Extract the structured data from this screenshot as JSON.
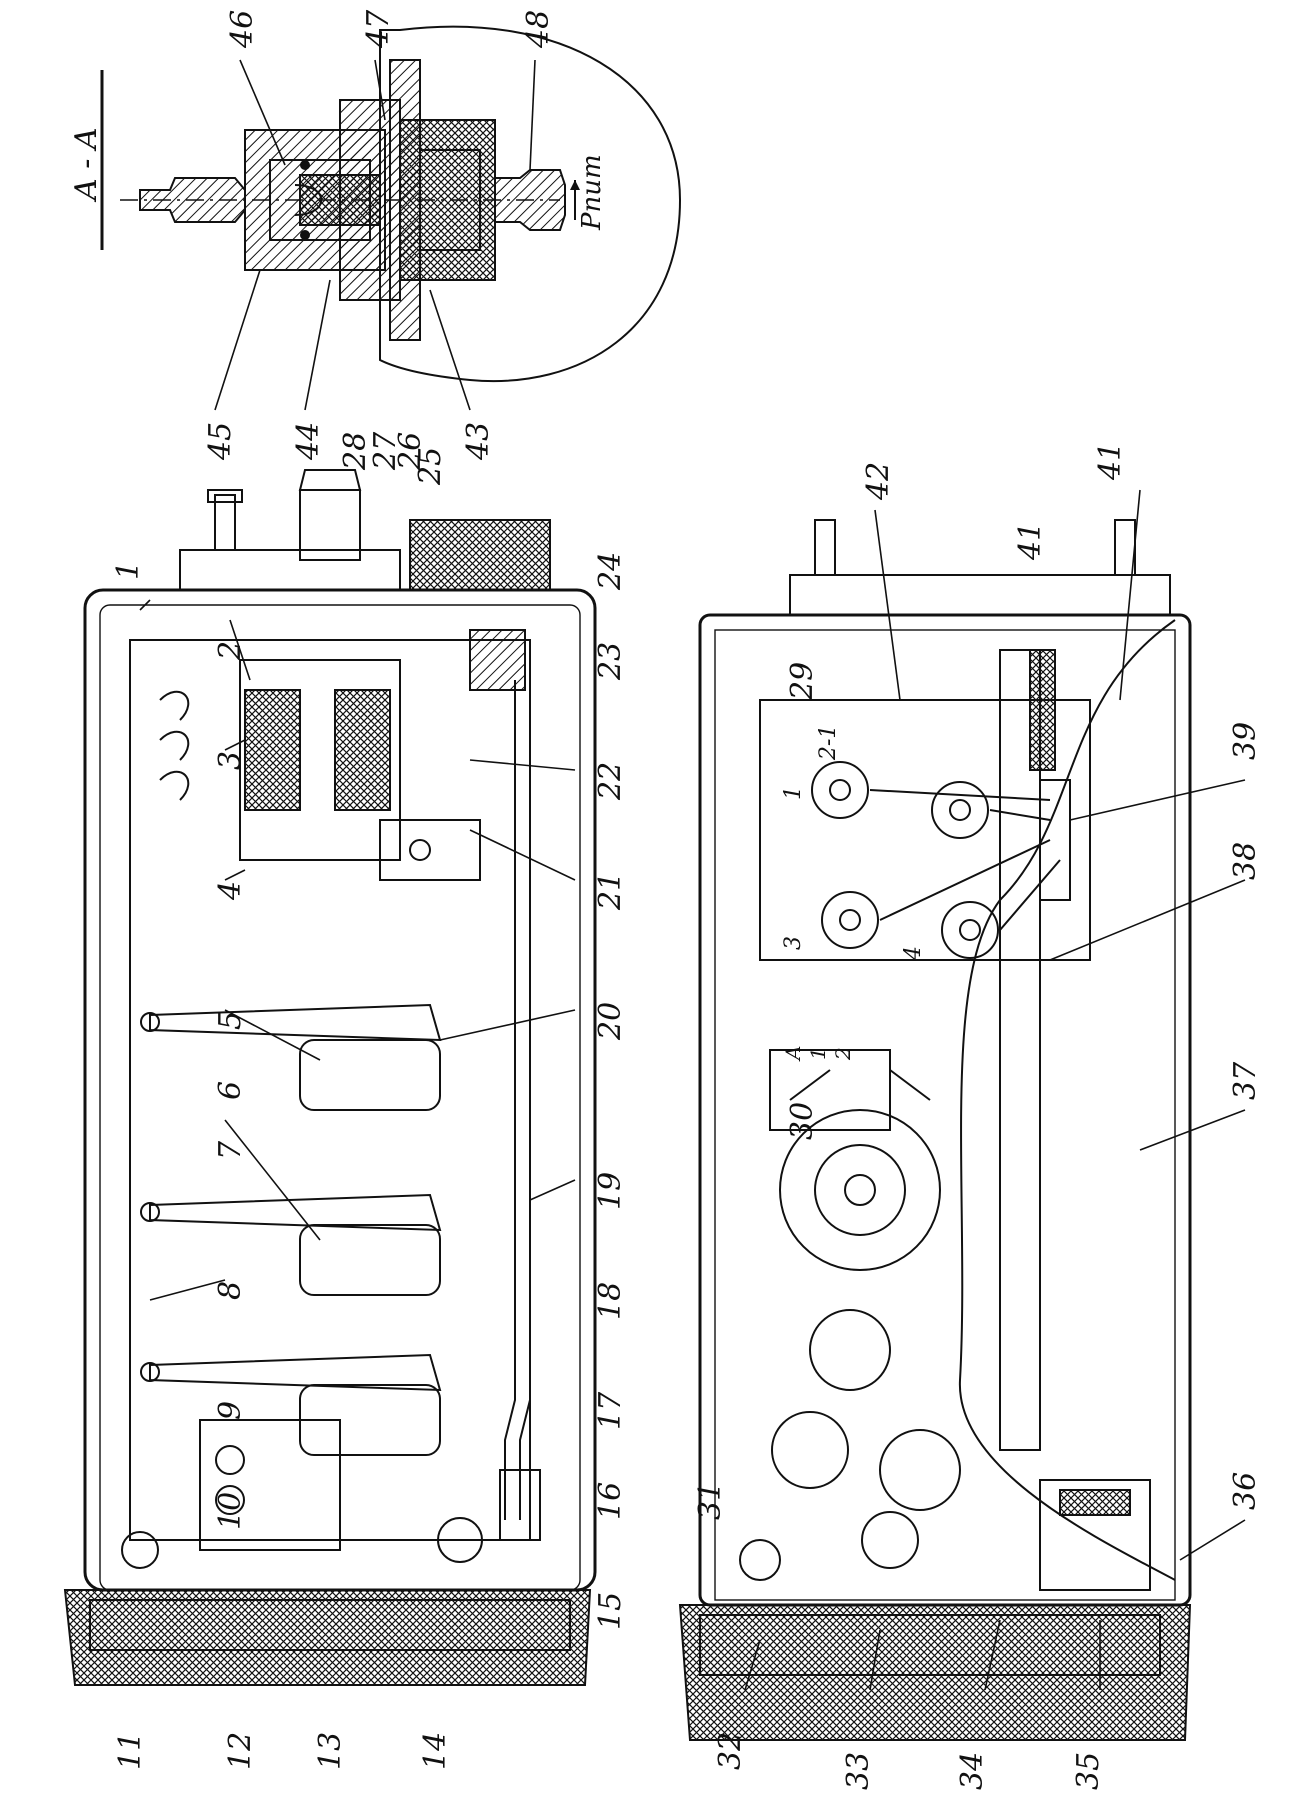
{
  "section_title": "A - A",
  "pressure_label": "Pпит",
  "top_view_labels": [
    "1",
    "2",
    "3",
    "4",
    "5",
    "6",
    "7",
    "8",
    "9",
    "10",
    "11",
    "12",
    "13",
    "14",
    "15",
    "16",
    "17",
    "18",
    "19",
    "20",
    "21",
    "22",
    "23",
    "24",
    "25",
    "26",
    "27",
    "28"
  ],
  "bottom_view_labels": [
    "29",
    "30",
    "31",
    "32",
    "33",
    "34",
    "35",
    "36",
    "37",
    "38",
    "39",
    "41",
    "41",
    "42"
  ],
  "section_labels": [
    "43",
    "44",
    "45",
    "46",
    "47",
    "48"
  ],
  "terminal_marks": [
    "2-1",
    "1",
    "3",
    "4",
    "A",
    "1",
    "2"
  ]
}
